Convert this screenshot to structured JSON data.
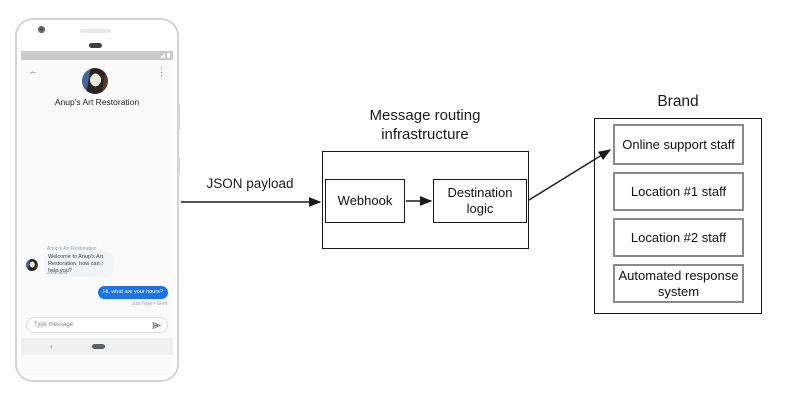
{
  "phone": {
    "status": {
      "signal_icon": "signal-triangle",
      "battery_icon": "battery"
    },
    "header": {
      "back_icon": "back-arrow",
      "menu_icon": "overflow-menu",
      "title": "Anup's Art Restoration"
    },
    "conversation": {
      "sender_label": "Anup's Art Restoration",
      "incoming_message": "Welcome to Anup's Art Restoration, how can I help you?",
      "incoming_timestamp": "Just Now",
      "outgoing_message": "Hi, what are your hours?",
      "outgoing_timestamp": "Just Now • Sent"
    },
    "composer": {
      "placeholder": "Type message",
      "send_icon": "send-paper-plane"
    },
    "navbar": {
      "back_glyph": "‹"
    }
  },
  "diagram": {
    "payload_arrow_label": "JSON payload",
    "routing": {
      "title": "Message routing infrastructure",
      "webhook_label": "Webhook",
      "destination_label": "Destination logic"
    },
    "brand": {
      "title": "Brand",
      "boxes": [
        "Online support staff",
        "Location #1 staff",
        "Location #2 staff",
        "Automated response system"
      ]
    }
  },
  "colors": {
    "outgoing_bubble": "#1a73e8",
    "incoming_bubble": "#f1f3f4",
    "diagram_border": "#1a1a1a",
    "brand_item_border": "#8a8a8a",
    "statusbar": "#c9c9c9"
  }
}
